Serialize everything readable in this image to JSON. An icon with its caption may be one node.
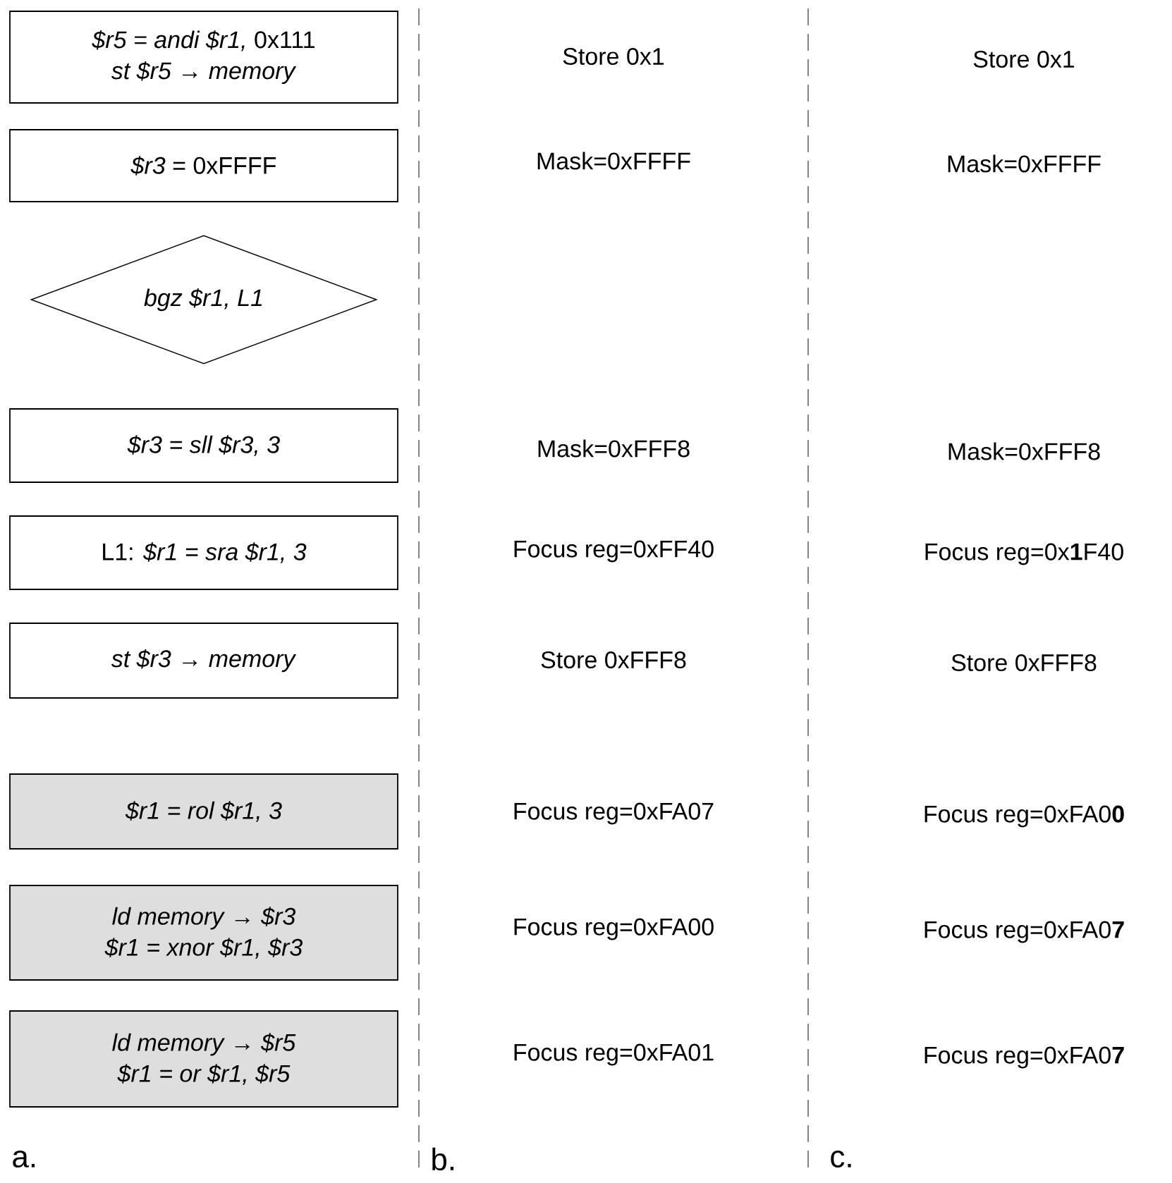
{
  "diagram": {
    "nodes": [
      {
        "text": [
          "*$r5 = andi $r1,* 0x111",
          "*st $r5 → memory*"
        ]
      },
      {
        "text": [
          "*$r3* = 0xFFFF"
        ]
      },
      {
        "text": [
          "*bgz $r1, L1*"
        ]
      },
      {
        "text": [
          "*$r3 = sll $r3, 3*"
        ]
      },
      {
        "text": [
          "L1: *$r1 = sra $r1, 3*"
        ]
      },
      {
        "text": [
          "*st $r3 → memory*"
        ]
      },
      {
        "text": [
          "*$r1 = rol $r1, 3*"
        ]
      },
      {
        "text": [
          "*ld memory → $r3*",
          "*$r1 = xnor $r1, $r3*"
        ]
      },
      {
        "text": [
          "*ld memory → $r5*",
          "*$r1 = or $r1, $r5*"
        ]
      }
    ],
    "labels": [
      "Store 0x1",
      "Store 0x1",
      "Mask=0xFFFF",
      "Mask=0xFFFF",
      "Mask=0xFFF8",
      "Mask=0xFFF8",
      "Focus reg=0xFF40",
      "Focus reg=0x**1**F40",
      "Store 0xFFF8",
      "Store 0xFFF8",
      "Focus reg=0xFA07",
      "Focus reg=0xFA0**0**",
      "Focus reg=0xFA00",
      "Focus reg=0xFA0**7**",
      "Focus reg=0xFA01",
      "Focus reg=0xFA0**7**",
      "a.",
      "b.",
      "c."
    ]
  }
}
